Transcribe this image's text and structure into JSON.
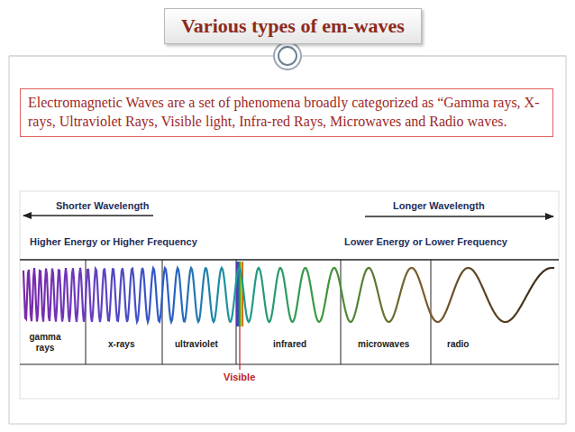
{
  "diagram": {
    "nodes": [
      {
        "text": [
          "Various types of em-waves"
        ]
      },
      {
        "text": [
          "Electromagnetic Waves are a set of phenomena broadly categorized as “Gamma rays, X-rays, Ultraviolet Rays, Visible light, Infra-red Rays, Microwaves and Radio waves."
        ]
      }
    ],
    "labels": [
      "Shorter Wavelength",
      "Longer Wavelength",
      "Higher Energy or Higher Frequency",
      "Lower Energy or Lower Frequency",
      "gamma rays",
      "x-rays",
      "ultraviolet",
      "infrared",
      "microwaves",
      "radio",
      "Visible"
    ]
  }
}
